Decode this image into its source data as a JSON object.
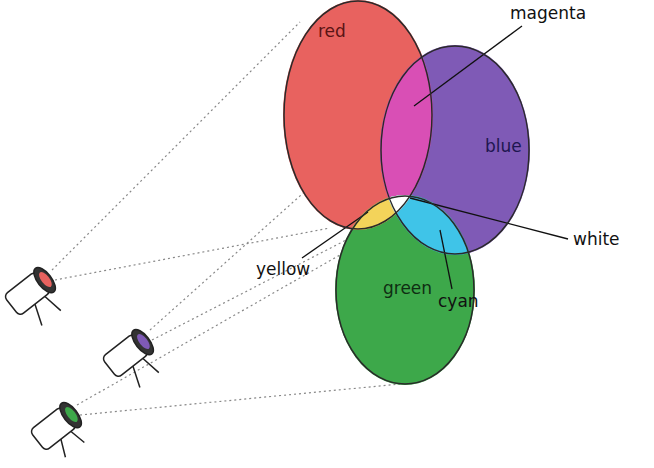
{
  "diagram": {
    "nodes": [
      {
        "text": [
          "red"
        ]
      },
      {
        "text": [
          "blue"
        ]
      },
      {
        "text": [
          "green"
        ]
      }
    ],
    "labels": [
      "magenta",
      "white",
      "yellow",
      "cyan"
    ]
  }
}
